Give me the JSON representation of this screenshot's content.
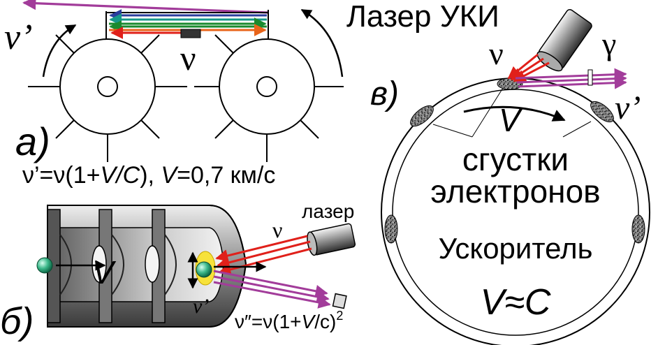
{
  "panel_a": {
    "label": "а)",
    "nu_prime": "ν’",
    "nu": "ν",
    "formula_parts": [
      "ν’=ν(1+",
      "V",
      "/",
      "C",
      "), ",
      "V",
      "=0,7 км/с"
    ]
  },
  "panel_b": {
    "label": "б)",
    "laser_label": "лазер",
    "nu": "ν",
    "nu_prime": "ν’",
    "V": "V",
    "formula_parts": [
      "ν″=ν(1+",
      "V",
      "/c)",
      "2"
    ]
  },
  "panel_c": {
    "label": "в)",
    "laser_title": "Лазер УКИ",
    "nu": "ν",
    "gamma": "γ",
    "nu_prime": "ν’",
    "V": "V",
    "bunches_line1": "сгустки",
    "bunches_line2": "электронов",
    "accelerator": "Ускоритель",
    "v_approx_c": "V≈C"
  },
  "colors": {
    "red": "#e0201a",
    "purple": "#a23c9a",
    "green": "#1a8a2e",
    "teal": "#16988a",
    "blue": "#2a3c9c",
    "orange": "#e8641a",
    "sphere": "#3cb88a"
  }
}
